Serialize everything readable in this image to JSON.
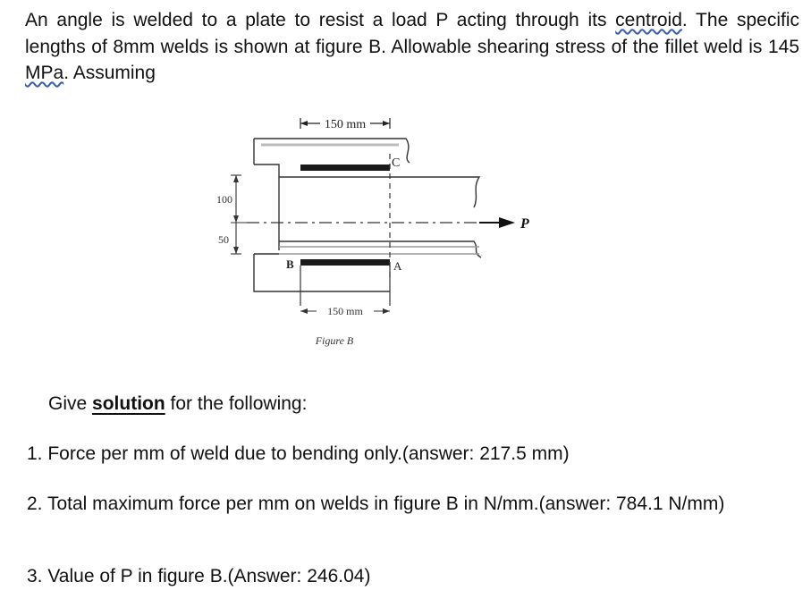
{
  "problem": {
    "part1": "An angle is welded to a plate to resist a load P acting through its",
    "centroid_word": "centroid",
    "part2": ". The specific lengths of 8mm welds is shown at figure B. Allowable shearing stress of the fillet weld is 145",
    "mpa_word": "MPa",
    "part3": ". Assuming"
  },
  "figure": {
    "top_dim": "150 mm",
    "bottom_dim": "150 mm",
    "dim_100": "100",
    "dim_50": "50",
    "label_c": "C",
    "label_a": "A",
    "label_b": "B",
    "label_p": "P",
    "caption": "Figure B"
  },
  "prompt": {
    "lead": "Give",
    "strong": "solution",
    "rest": "for the following:"
  },
  "questions": [
    "1. Force per mm of weld due to bending only.(answer: 217.5 mm)",
    "2. Total maximum force per mm on welds in figure B in N/mm.(answer: 784.1 N/mm)",
    "3. Value of P in figure B.(Answer: 246.04)"
  ]
}
